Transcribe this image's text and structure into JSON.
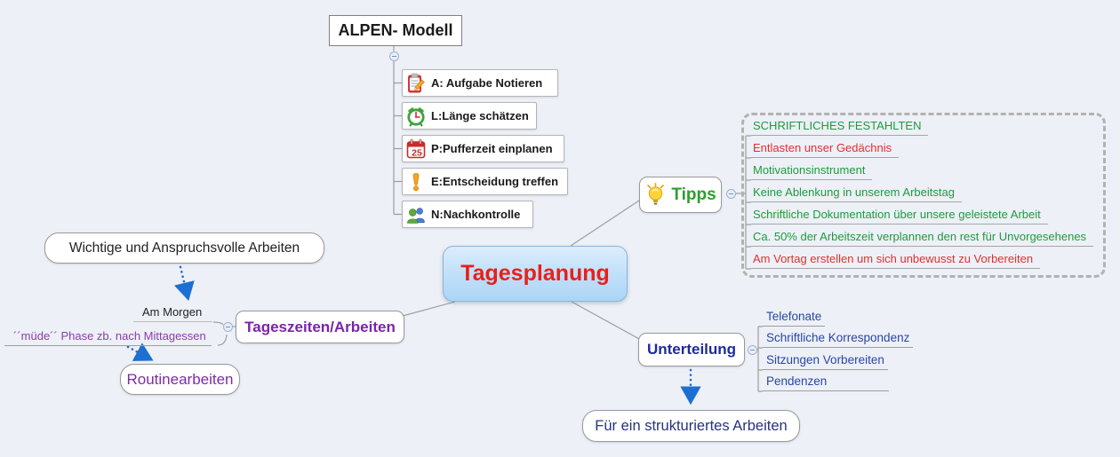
{
  "central": {
    "label": "Tagesplanung"
  },
  "alpen": {
    "title": "ALPEN- Modell",
    "items": [
      {
        "icon": "clipboard-icon",
        "label": "A: Aufgabe Notieren"
      },
      {
        "icon": "alarm-clock-icon",
        "label": "L:Länge schätzen"
      },
      {
        "icon": "calendar-icon",
        "label": "P:Pufferzeit einplanen",
        "icon_text": "25"
      },
      {
        "icon": "exclamation-icon",
        "label": "E:Entscheidung treffen"
      },
      {
        "icon": "people-icon",
        "label": "N:Nachkontrolle"
      }
    ]
  },
  "tipps": {
    "label": "Tipps",
    "icon": "lightbulb-icon",
    "items": [
      {
        "label": "SCHRIFTLICHES FESTAHLTEN",
        "color": "#1e9b3e"
      },
      {
        "label": "Entlasten unser Gedächnis",
        "color": "#e03030"
      },
      {
        "label": "Motivationsinstrument",
        "color": "#1e9b3e"
      },
      {
        "label": "Keine Ablenkung in unserem Arbeitstag",
        "color": "#1e9b3e"
      },
      {
        "label": "Schriftliche Dokumentation über unsere geleistete Arbeit",
        "color": "#1e9b3e"
      },
      {
        "label": "Ca. 50% der Arbeitszeit verplannen den rest für Unvorgesehenes",
        "color": "#1e9b3e"
      },
      {
        "label": "Am Vortag erstellen um sich unbewusst zu Vorbereiten",
        "color": "#e03030"
      }
    ]
  },
  "left_branch": {
    "wichtige_label": "Wichtige und Anspruchsvolle Arbeiten",
    "tageszeiten_label": "Tageszeiten/Arbeiten",
    "am_morgen_label": "Am Morgen",
    "muede_label": "´´müde´´ Phase zb. nach Mittagessen",
    "routine_label": "Routinearbeiten"
  },
  "unterteilung": {
    "label": "Unterteilung",
    "items": [
      "Telefonate",
      "Schriftliche Korrespondenz",
      "Sitzungen Vorbereiten",
      "Pendenzen"
    ],
    "conclusion_label": "Für ein strukturiertes Arbeiten"
  },
  "colors": {
    "background": "#edf0f6",
    "central_text": "#e8201a",
    "central_fill_top": "#dcedfc",
    "central_fill_bottom": "#abd5f5",
    "green": "#1e9b3e",
    "red": "#e03030",
    "purple": "#7b24a8",
    "blue": "#2946a8",
    "navy": "#1e2b9b",
    "arrow_blue": "#1d6fd1",
    "connector_gray": "#9e9e9e"
  }
}
